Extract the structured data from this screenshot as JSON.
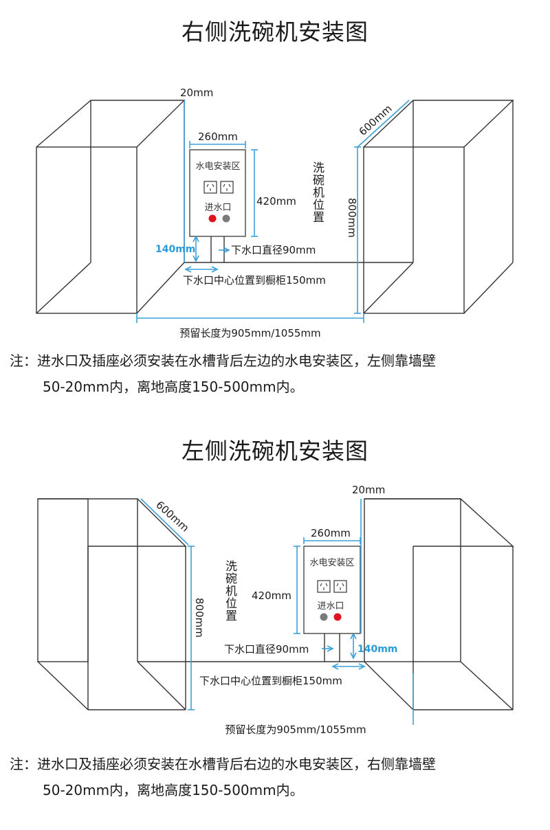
{
  "right": {
    "title": "右侧洗碗机安装图",
    "dim_20": "20mm",
    "dim_260": "260mm",
    "dim_600": "600mm",
    "dim_420": "420mm",
    "dim_800": "800mm",
    "dim_140": "140mm",
    "panel_label": "水电安装区",
    "inlet_label": "进水口",
    "drain_diameter": "下水口直径90mm",
    "drain_center": "下水口中心位置到橱柜150mm",
    "reserved_length": "预留长度为905mm/1055mm",
    "dishwasher_pos": [
      "洗",
      "碗",
      "机",
      "位",
      "置"
    ],
    "note_line1": "注：进水口及插座必须安装在水槽背后左边的水电安装区，左侧靠墙壁",
    "note_line2": "50-20mm内，离地高度150-500mm内。"
  },
  "left": {
    "title": "左侧洗碗机安装图",
    "dim_20": "20mm",
    "dim_260": "260mm",
    "dim_600": "600mm",
    "dim_420": "420mm",
    "dim_800": "800mm",
    "dim_140": "140mm",
    "panel_label": "水电安装区",
    "inlet_label": "进水口",
    "drain_diameter": "下水口直径90mm",
    "drain_center": "下水口中心位置到橱柜150mm",
    "reserved_length": "预留长度为905mm/1055mm",
    "dishwasher_pos": [
      "洗",
      "碗",
      "机",
      "位",
      "置"
    ],
    "note_line1": "注：进水口及插座必须安装在水槽背后右边的水电安装区，右侧靠墙壁",
    "note_line2": "50-20mm内，离地高度150-500mm内。"
  },
  "colors": {
    "dimension_line": "#3aa0d8",
    "inlet_red": "#e0141e",
    "inlet_gray": "#7a7a7a"
  },
  "icons": [
    "socket-icon",
    "inlet-dot-icon"
  ]
}
